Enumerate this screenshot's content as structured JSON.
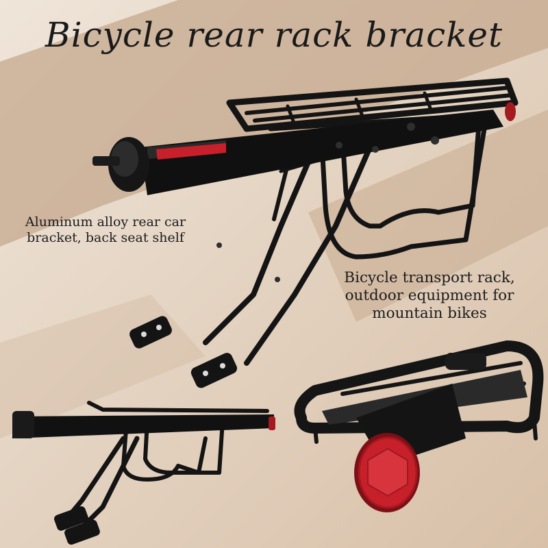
{
  "title": "Bicycle rear rack bracket",
  "captions": {
    "left": [
      "Aluminum alloy rear car",
      "bracket, back seat shelf"
    ],
    "right": [
      "Bicycle transport rack,",
      "outdoor equipment for",
      "mountain bikes"
    ]
  },
  "colors": {
    "background_light": "#f3ece3",
    "background_tan": "#c6a88d",
    "rack_black": "#141414",
    "reflector_red": "#c8202a"
  }
}
